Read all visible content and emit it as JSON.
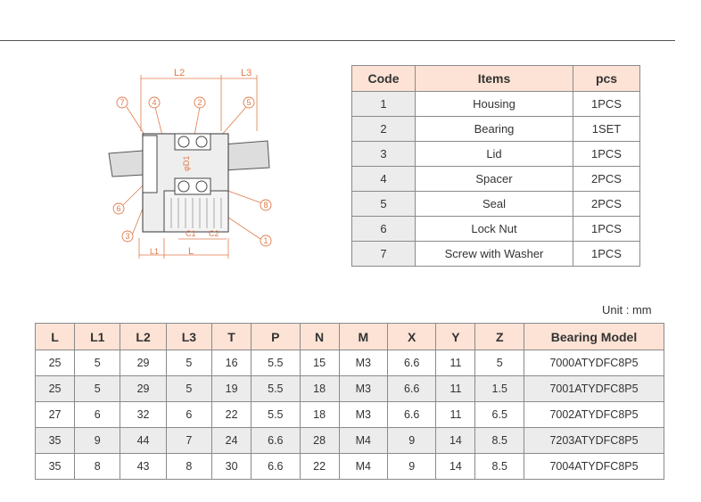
{
  "drawing": {
    "dim_labels": {
      "l2": "L2",
      "l3": "L3",
      "d1": "φD1",
      "c1": "C1",
      "c2": "C2",
      "l1": "L1",
      "l": "L"
    },
    "callouts": [
      "7",
      "4",
      "2",
      "5",
      "6",
      "8",
      "3",
      "1"
    ]
  },
  "items_table": {
    "headers": [
      "Code",
      "Items",
      "pcs"
    ],
    "rows": [
      [
        "1",
        "Housing",
        "1PCS"
      ],
      [
        "2",
        "Bearing",
        "1SET"
      ],
      [
        "3",
        "Lid",
        "1PCS"
      ],
      [
        "4",
        "Spacer",
        "2PCS"
      ],
      [
        "5",
        "Seal",
        "2PCS"
      ],
      [
        "6",
        "Lock Nut",
        "1PCS"
      ],
      [
        "7",
        "Screw with Washer",
        "1PCS"
      ]
    ]
  },
  "unit": "Unit : mm",
  "spec_table": {
    "headers": [
      "L",
      "L1",
      "L2",
      "L3",
      "T",
      "P",
      "N",
      "M",
      "X",
      "Y",
      "Z",
      "Bearing Model"
    ],
    "rows": [
      [
        "25",
        "5",
        "29",
        "5",
        "16",
        "5.5",
        "15",
        "M3",
        "6.6",
        "11",
        "5",
        "7000ATYDFC8P5"
      ],
      [
        "25",
        "5",
        "29",
        "5",
        "19",
        "5.5",
        "18",
        "M3",
        "6.6",
        "11",
        "1.5",
        "7001ATYDFC8P5"
      ],
      [
        "27",
        "6",
        "32",
        "6",
        "22",
        "5.5",
        "18",
        "M3",
        "6.6",
        "11",
        "6.5",
        "7002ATYDFC8P5"
      ],
      [
        "35",
        "9",
        "44",
        "7",
        "24",
        "6.6",
        "28",
        "M4",
        "9",
        "14",
        "8.5",
        "7203ATYDFC8P5"
      ],
      [
        "35",
        "8",
        "43",
        "8",
        "30",
        "6.6",
        "22",
        "M4",
        "9",
        "14",
        "8.5",
        "7004ATYDFC8P5"
      ]
    ]
  },
  "colors": {
    "header_bg": "#fde3d5",
    "shade_bg": "#ececec",
    "callout": "#e07a4a",
    "border": "#8a8a8a"
  }
}
